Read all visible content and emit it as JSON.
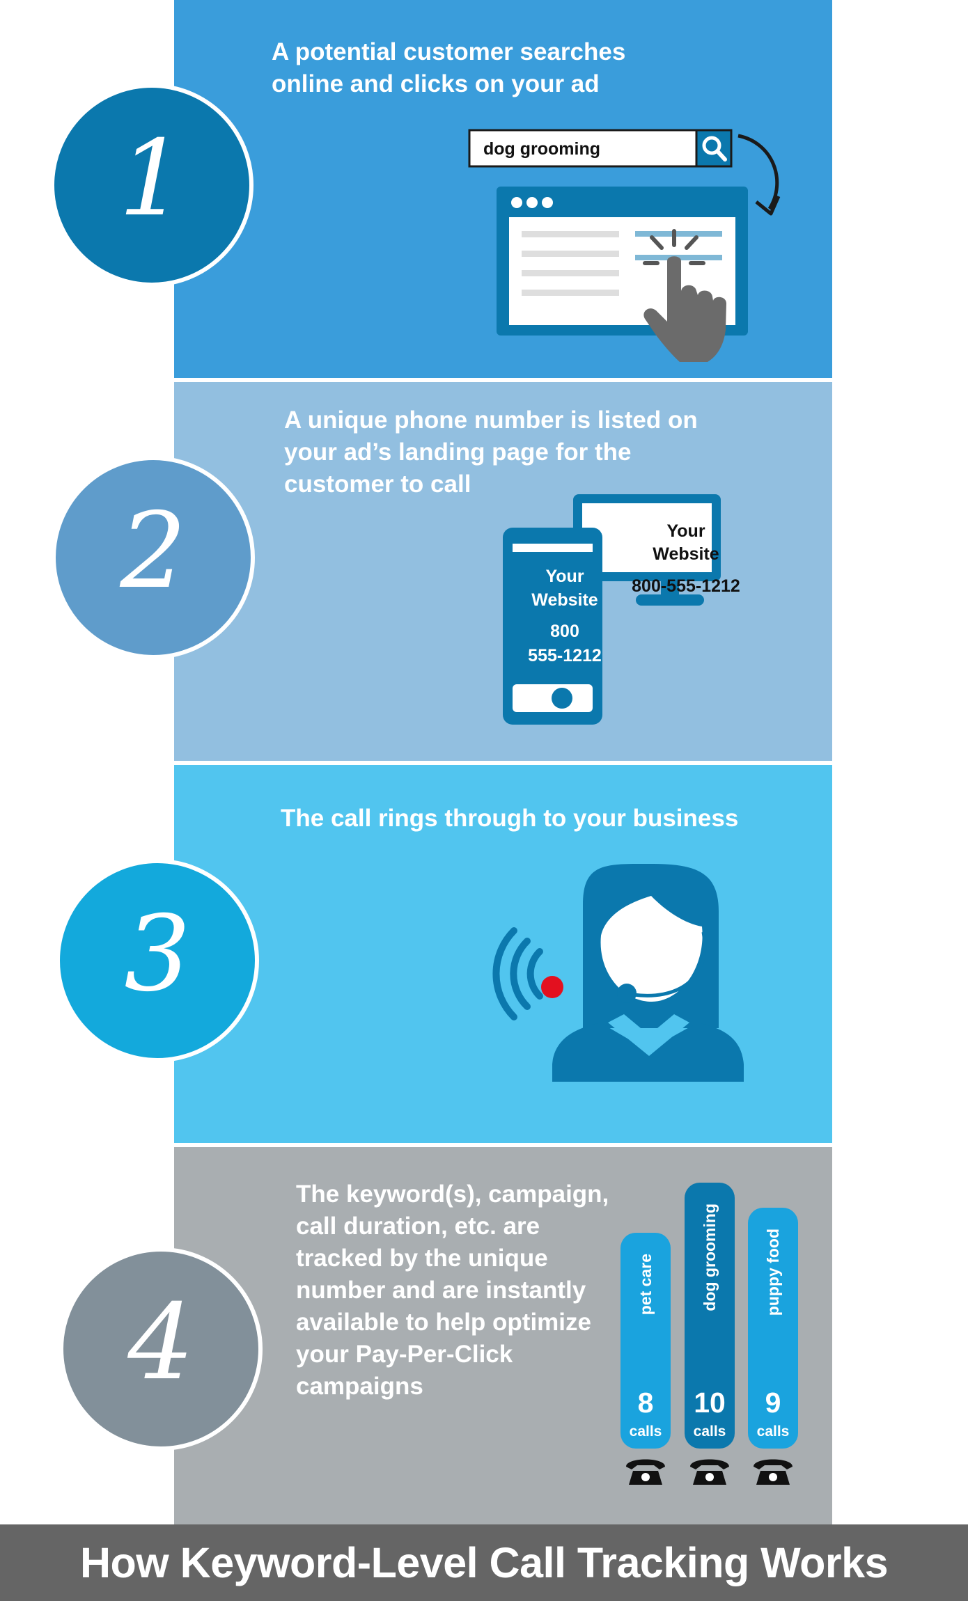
{
  "steps": [
    {
      "number": "1",
      "text": "A potential customer searches online and clicks on your ad"
    },
    {
      "number": "2",
      "text": "A unique phone number is listed on your ad’s landing page for the customer to call"
    },
    {
      "number": "3",
      "text": "The call rings through to your business"
    },
    {
      "number": "4",
      "text": "The keyword(s), campaign, call duration, etc. are tracked by the unique number and are instantly available to help optimize your Pay-Per-Click campaigns"
    }
  ],
  "search": {
    "query": "dog grooming"
  },
  "website": {
    "mobile_label": "Your Website",
    "mobile_phone_line1": "800",
    "mobile_phone_line2": "555-1212",
    "desktop_label": "Your Website",
    "desktop_phone": "800-555-1212"
  },
  "keyword_calls": [
    {
      "keyword": "pet care",
      "calls": "8",
      "unit": "calls"
    },
    {
      "keyword": "dog grooming",
      "calls": "10",
      "unit": "calls"
    },
    {
      "keyword": "puppy food",
      "calls": "9",
      "unit": "calls"
    }
  ],
  "footer": {
    "title": "How Keyword-Level Call Tracking Works"
  },
  "colors": {
    "step1": "#3a9ddb",
    "step2": "#92bfe0",
    "step3": "#51c5ef",
    "step4": "#a9aeb1",
    "dark_blue": "#0b78ad",
    "footer": "#656565",
    "ring_dot": "#e3101f"
  }
}
